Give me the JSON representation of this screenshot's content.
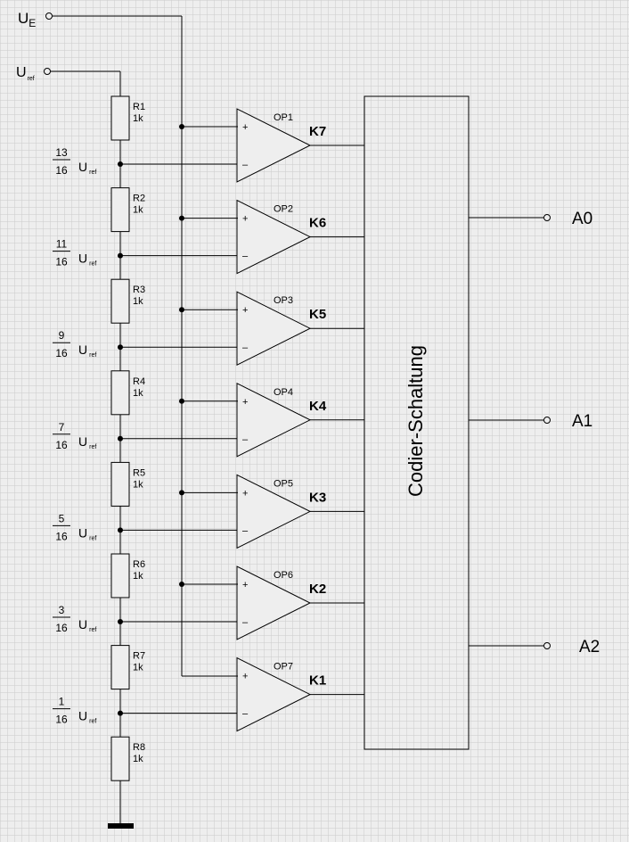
{
  "inputs": {
    "ue": {
      "main": "U",
      "sub": "E"
    },
    "uref": {
      "main": "U",
      "sub": "ref"
    }
  },
  "resistors": [
    {
      "name": "R1",
      "value": "1k"
    },
    {
      "name": "R2",
      "value": "1k"
    },
    {
      "name": "R3",
      "value": "1k"
    },
    {
      "name": "R4",
      "value": "1k"
    },
    {
      "name": "R5",
      "value": "1k"
    },
    {
      "name": "R6",
      "value": "1k"
    },
    {
      "name": "R7",
      "value": "1k"
    },
    {
      "name": "R8",
      "value": "1k"
    }
  ],
  "taps": [
    {
      "num": "13",
      "den": "16",
      "main": "U",
      "sub": "ref"
    },
    {
      "num": "11",
      "den": "16",
      "main": "U",
      "sub": "ref"
    },
    {
      "num": "9",
      "den": "16",
      "main": "U",
      "sub": "ref"
    },
    {
      "num": "7",
      "den": "16",
      "main": "U",
      "sub": "ref"
    },
    {
      "num": "5",
      "den": "16",
      "main": "U",
      "sub": "ref"
    },
    {
      "num": "3",
      "den": "16",
      "main": "U",
      "sub": "ref"
    },
    {
      "num": "1",
      "den": "16",
      "main": "U",
      "sub": "ref"
    }
  ],
  "opamps": [
    {
      "name": "OP1",
      "output": "K7"
    },
    {
      "name": "OP2",
      "output": "K6"
    },
    {
      "name": "OP3",
      "output": "K5"
    },
    {
      "name": "OP4",
      "output": "K4"
    },
    {
      "name": "OP5",
      "output": "K3"
    },
    {
      "name": "OP6",
      "output": "K2"
    },
    {
      "name": "OP7",
      "output": "K1"
    }
  ],
  "encoder": {
    "label": "Codier-Schaltung"
  },
  "outputs": [
    "A0",
    "A1",
    "A2"
  ],
  "pin_symbols": {
    "plus": "+",
    "minus": "–"
  }
}
